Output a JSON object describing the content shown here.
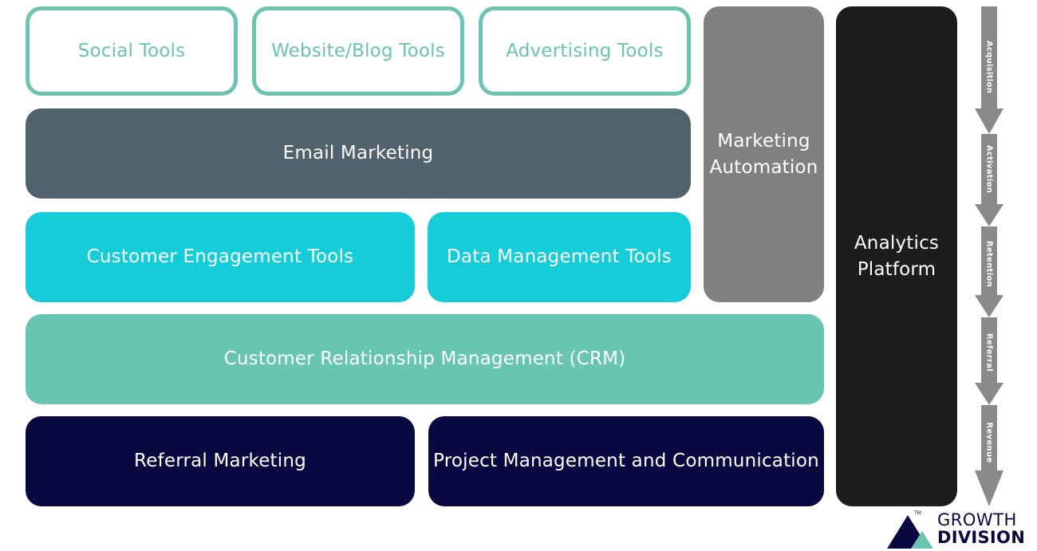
{
  "diagram": {
    "social_tools": "Social Tools",
    "website_blog_tools": "Website/Blog Tools",
    "advertising_tools": "Advertising Tools",
    "email_marketing": "Email Marketing",
    "customer_engagement_tools": "Customer Engagement Tools",
    "data_management_tools": "Data Management Tools",
    "crm": "Customer Relationship Management (CRM)",
    "referral_marketing": "Referral Marketing",
    "project_management": "Project Management and Communication",
    "marketing_automation_line1": "Marketing",
    "marketing_automation_line2": "Automation",
    "analytics_platform_line1": "Analytics",
    "analytics_platform_line2": "Platform"
  },
  "funnel": {
    "stages": [
      "Acquisition",
      "Activation",
      "Retention",
      "Referral",
      "Revenue"
    ]
  },
  "logo": {
    "tm": "TM",
    "line1": "GROWTH",
    "line2": "DIVISION"
  },
  "colors": {
    "outline_teal": "#6cc3af",
    "email_slate": "#51626f",
    "engagement_cyan": "#14cdd8",
    "crm_mint": "#68c5b1",
    "bottom_navy": "#0a0840",
    "automation_gray": "#808080",
    "analytics_black": "#1d1d1d",
    "funnel_gray": "#8a8a8a"
  }
}
